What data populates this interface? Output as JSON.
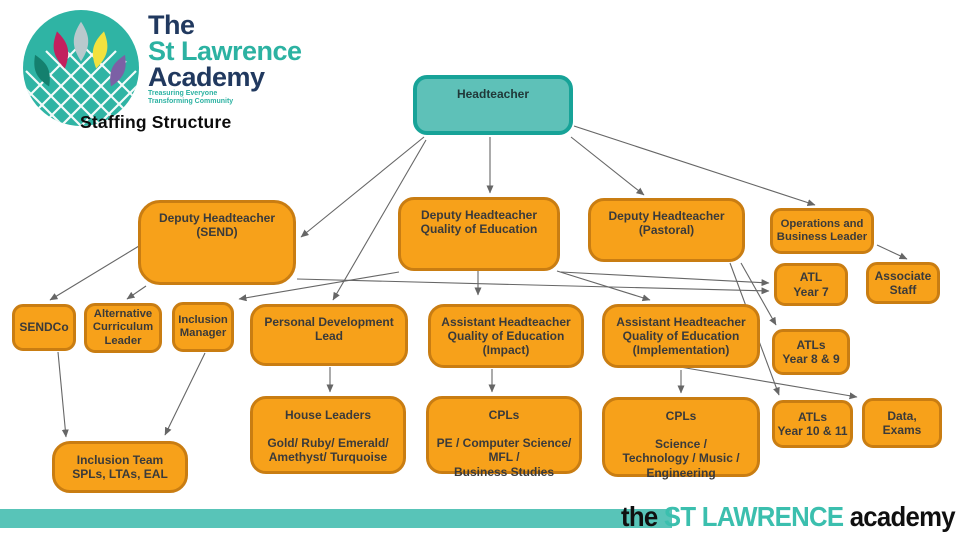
{
  "logo": {
    "brand_line1": "The",
    "brand_line2": "St Lawrence",
    "brand_line3": "Academy",
    "tagline_line1": "Treasuring Everyone",
    "tagline_line2": "Transforming Community"
  },
  "page_title": "Staffing Structure",
  "footer": {
    "word1": "the",
    "word2": "ST LAWRENCE",
    "word3": "academy"
  },
  "colors": {
    "node_orange_fill": "#F7A11A",
    "node_orange_border": "#C97D12",
    "node_teal_fill": "#5EC1B8",
    "node_teal_border": "#17A398",
    "brand_navy": "#21395F",
    "brand_teal": "#2CB2A2",
    "footer_bar_teal": "#58C4B8",
    "connector_gray": "#666666",
    "flame_colors": [
      "#14806E",
      "#C2205E",
      "#B8C9CD",
      "#F2E23E",
      "#7C60A5"
    ]
  },
  "nodes": {
    "headteacher": {
      "label": "Headteacher"
    },
    "deputy_send": {
      "label": "Deputy Headteacher\n(SEND)"
    },
    "deputy_qoe": {
      "label": "Deputy Headteacher\nQuality of Education"
    },
    "deputy_pastoral": {
      "label": "Deputy Headteacher\n(Pastoral)"
    },
    "operations": {
      "label": "Operations and\nBusiness Leader"
    },
    "atl_year7": {
      "label": "ATL\nYear 7"
    },
    "associate_staff": {
      "label": "Associate\nStaff"
    },
    "sendco": {
      "label": "SENDCo"
    },
    "alt_curriculum": {
      "label": "Alternative\nCurriculum\nLeader"
    },
    "inclusion_manager": {
      "label": "Inclusion\nManager"
    },
    "pdl": {
      "label": "Personal Development\nLead"
    },
    "aht_impact": {
      "label": "Assistant Headteacher\nQuality of Education\n(Impact)"
    },
    "aht_implementation": {
      "label": "Assistant Headteacher\nQuality of Education\n(Implementation)"
    },
    "atls_year89": {
      "label": "ATLs\nYear 8 & 9"
    },
    "house_leaders": {
      "label": "House Leaders\n\nGold/ Ruby/ Emerald/\nAmethyst/ Turquoise"
    },
    "cpls_pe": {
      "label": "CPLs\n\nPE / Computer Science/\nMFL /\nBusiness Studies"
    },
    "cpls_science": {
      "label": "CPLs\n\nScience /\nTechnology / Music /\nEngineering"
    },
    "atls_year1011": {
      "label": "ATLs\nYear 10 & 11"
    },
    "data_exams": {
      "label": "Data,\nExams"
    },
    "inclusion_team": {
      "label": "Inclusion Team\nSPLs, LTAs, EAL"
    }
  },
  "connections": [
    {
      "from": "headteacher",
      "to": "deputy_send"
    },
    {
      "from": "headteacher",
      "to": "deputy_qoe"
    },
    {
      "from": "headteacher",
      "to": "deputy_pastoral"
    },
    {
      "from": "headteacher",
      "to": "operations"
    },
    {
      "from": "headteacher",
      "to": "pdl"
    },
    {
      "from": "deputy_send",
      "to": "sendco"
    },
    {
      "from": "deputy_send",
      "to": "alt_curriculum"
    },
    {
      "from": "deputy_send",
      "to": "atl_year7"
    },
    {
      "from": "deputy_qoe",
      "to": "inclusion_manager"
    },
    {
      "from": "deputy_qoe",
      "to": "aht_impact"
    },
    {
      "from": "deputy_qoe",
      "to": "aht_implementation"
    },
    {
      "from": "deputy_qoe",
      "to": "atl_year7"
    },
    {
      "from": "deputy_pastoral",
      "to": "atls_year89"
    },
    {
      "from": "deputy_pastoral",
      "to": "atls_year1011"
    },
    {
      "from": "operations",
      "to": "associate_staff"
    },
    {
      "from": "pdl",
      "to": "house_leaders"
    },
    {
      "from": "aht_impact",
      "to": "cpls_pe"
    },
    {
      "from": "aht_implementation",
      "to": "cpls_science"
    },
    {
      "from": "aht_implementation",
      "to": "data_exams"
    },
    {
      "from": "sendco",
      "to": "inclusion_team"
    },
    {
      "from": "inclusion_manager",
      "to": "inclusion_team"
    }
  ]
}
